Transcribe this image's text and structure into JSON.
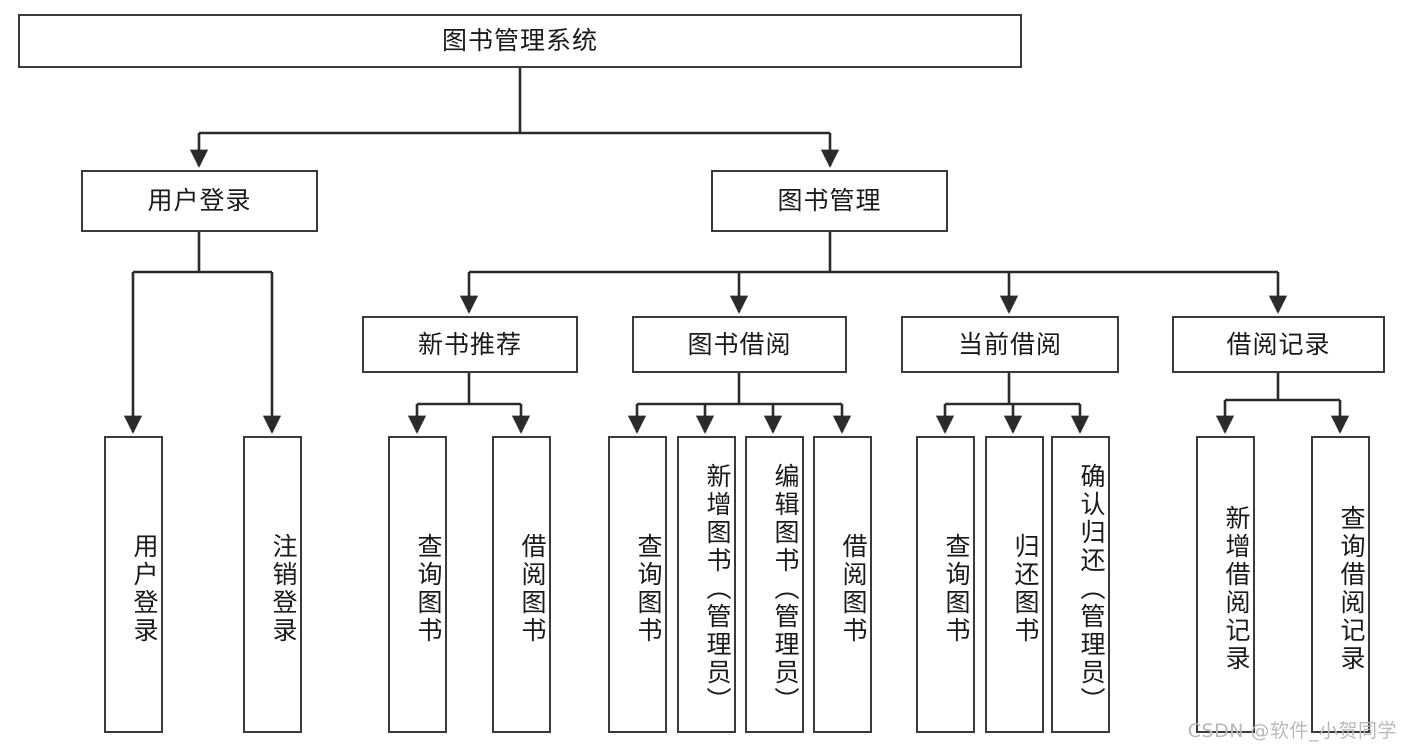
{
  "diagram": {
    "title": "图书管理系统",
    "type": "hierarchy-tree",
    "orientation": "top-down",
    "colors": {
      "box_border": "#3a3a3a",
      "box_fill": "#ffffff",
      "connector": "#2b2b2b",
      "text": "#1a1a1a",
      "watermark": "#b9b9b9"
    },
    "levels": [
      {
        "level": 0,
        "nodes": [
          {
            "id": "root",
            "label": "图书管理系统",
            "text_mode": "horizontal"
          }
        ]
      },
      {
        "level": 1,
        "nodes": [
          {
            "id": "login",
            "label": "用户登录",
            "text_mode": "horizontal",
            "parent": "root"
          },
          {
            "id": "bookmgmt",
            "label": "图书管理",
            "text_mode": "horizontal",
            "parent": "root"
          }
        ]
      },
      {
        "level": 2,
        "nodes": [
          {
            "id": "newbook",
            "label": "新书推荐",
            "text_mode": "horizontal",
            "parent": "bookmgmt"
          },
          {
            "id": "borrow",
            "label": "图书借阅",
            "text_mode": "horizontal",
            "parent": "bookmgmt"
          },
          {
            "id": "current",
            "label": "当前借阅",
            "text_mode": "horizontal",
            "parent": "bookmgmt"
          },
          {
            "id": "records",
            "label": "借阅记录",
            "text_mode": "horizontal",
            "parent": "bookmgmt"
          }
        ]
      },
      {
        "level": 3,
        "nodes": [
          {
            "id": "leaf1",
            "label": "用户登录",
            "text_mode": "vertical",
            "parent": "login"
          },
          {
            "id": "leaf2",
            "label": "注销登录",
            "text_mode": "vertical",
            "parent": "login"
          },
          {
            "id": "leaf3",
            "label": "查询图书",
            "text_mode": "vertical",
            "parent": "newbook"
          },
          {
            "id": "leaf4",
            "label": "借阅图书",
            "text_mode": "vertical",
            "parent": "newbook"
          },
          {
            "id": "leaf5",
            "label": "查询图书",
            "text_mode": "vertical",
            "parent": "borrow"
          },
          {
            "id": "leaf6",
            "label": "新增图书（管理员）",
            "text_mode": "vertical",
            "parent": "borrow"
          },
          {
            "id": "leaf7",
            "label": "编辑图书（管理员）",
            "text_mode": "vertical",
            "parent": "borrow"
          },
          {
            "id": "leaf8",
            "label": "借阅图书",
            "text_mode": "vertical",
            "parent": "borrow"
          },
          {
            "id": "leaf9",
            "label": "查询图书",
            "text_mode": "vertical",
            "parent": "current"
          },
          {
            "id": "leaf10",
            "label": "归还图书",
            "text_mode": "vertical",
            "parent": "current"
          },
          {
            "id": "leaf11",
            "label": "确认归还（管理员）",
            "text_mode": "vertical",
            "parent": "current"
          },
          {
            "id": "leaf12",
            "label": "新增借阅记录",
            "text_mode": "vertical",
            "parent": "records"
          },
          {
            "id": "leaf13",
            "label": "查询借阅记录",
            "text_mode": "vertical",
            "parent": "records"
          }
        ]
      }
    ]
  },
  "watermark": {
    "text": "CSDN @软件_小贺同学"
  }
}
